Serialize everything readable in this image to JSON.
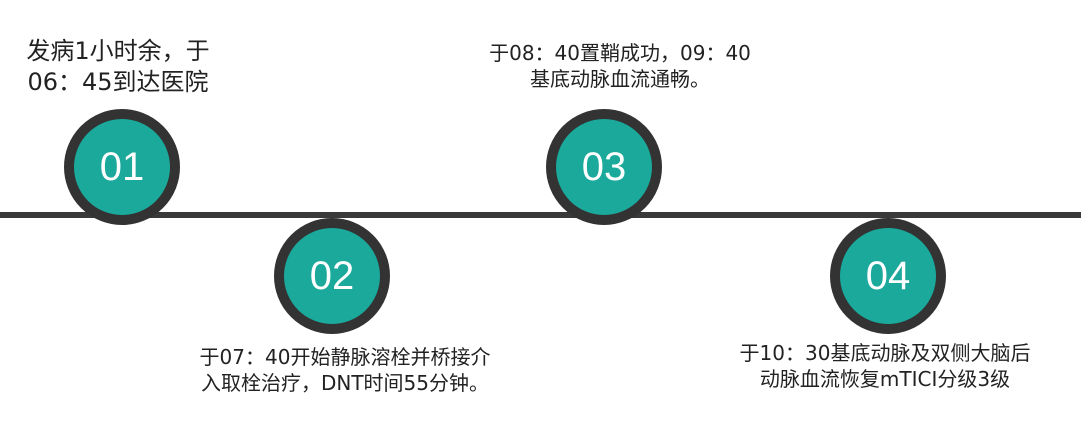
{
  "timeline": {
    "colors": {
      "node_fill": "#1aa99b",
      "node_border": "#333333",
      "line": "#3a3a3a"
    },
    "steps": [
      {
        "number": "01",
        "text": [
          "发病1小时余，于",
          "06：45到达医院"
        ]
      },
      {
        "number": "02",
        "text": [
          "于07：40开始静脉溶栓并桥接介",
          "入取栓治疗，DNT时间55分钟。"
        ]
      },
      {
        "number": "03",
        "text": [
          "于08：40置鞘成功，09：40",
          "基底动脉血流通畅。"
        ]
      },
      {
        "number": "04",
        "text": [
          "于10：30基底动脉及双侧大脑后",
          "动脉血流恢复mTICI分级3级"
        ]
      }
    ]
  }
}
